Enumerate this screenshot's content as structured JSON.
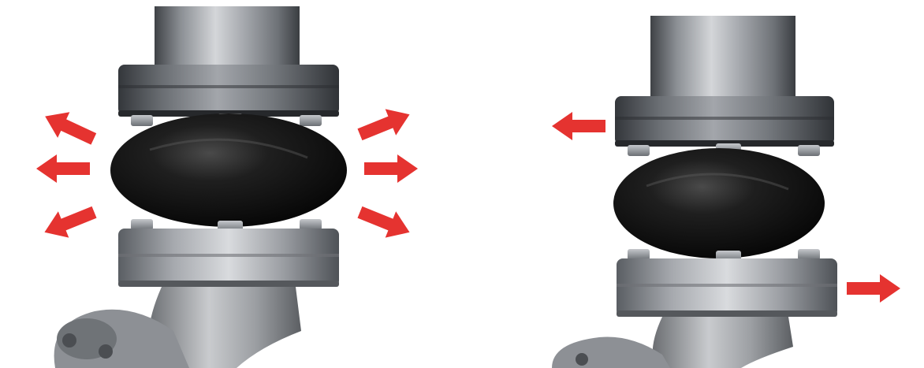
{
  "colors": {
    "background": "#ffffff",
    "arrow": "#e53330",
    "rubber": "#1a1a1a",
    "steel_light": "#b9bcc0",
    "steel_dark": "#5f6368"
  },
  "icons": {
    "arrow": "arrow-icon"
  },
  "panels": [
    {
      "id": "radial-expansion",
      "arrows": [
        {
          "direction": "up-left"
        },
        {
          "direction": "left"
        },
        {
          "direction": "down-left"
        },
        {
          "direction": "up-right"
        },
        {
          "direction": "right"
        },
        {
          "direction": "down-right"
        }
      ]
    },
    {
      "id": "lateral-offset",
      "arrows": [
        {
          "direction": "left"
        },
        {
          "direction": "right"
        }
      ]
    }
  ]
}
